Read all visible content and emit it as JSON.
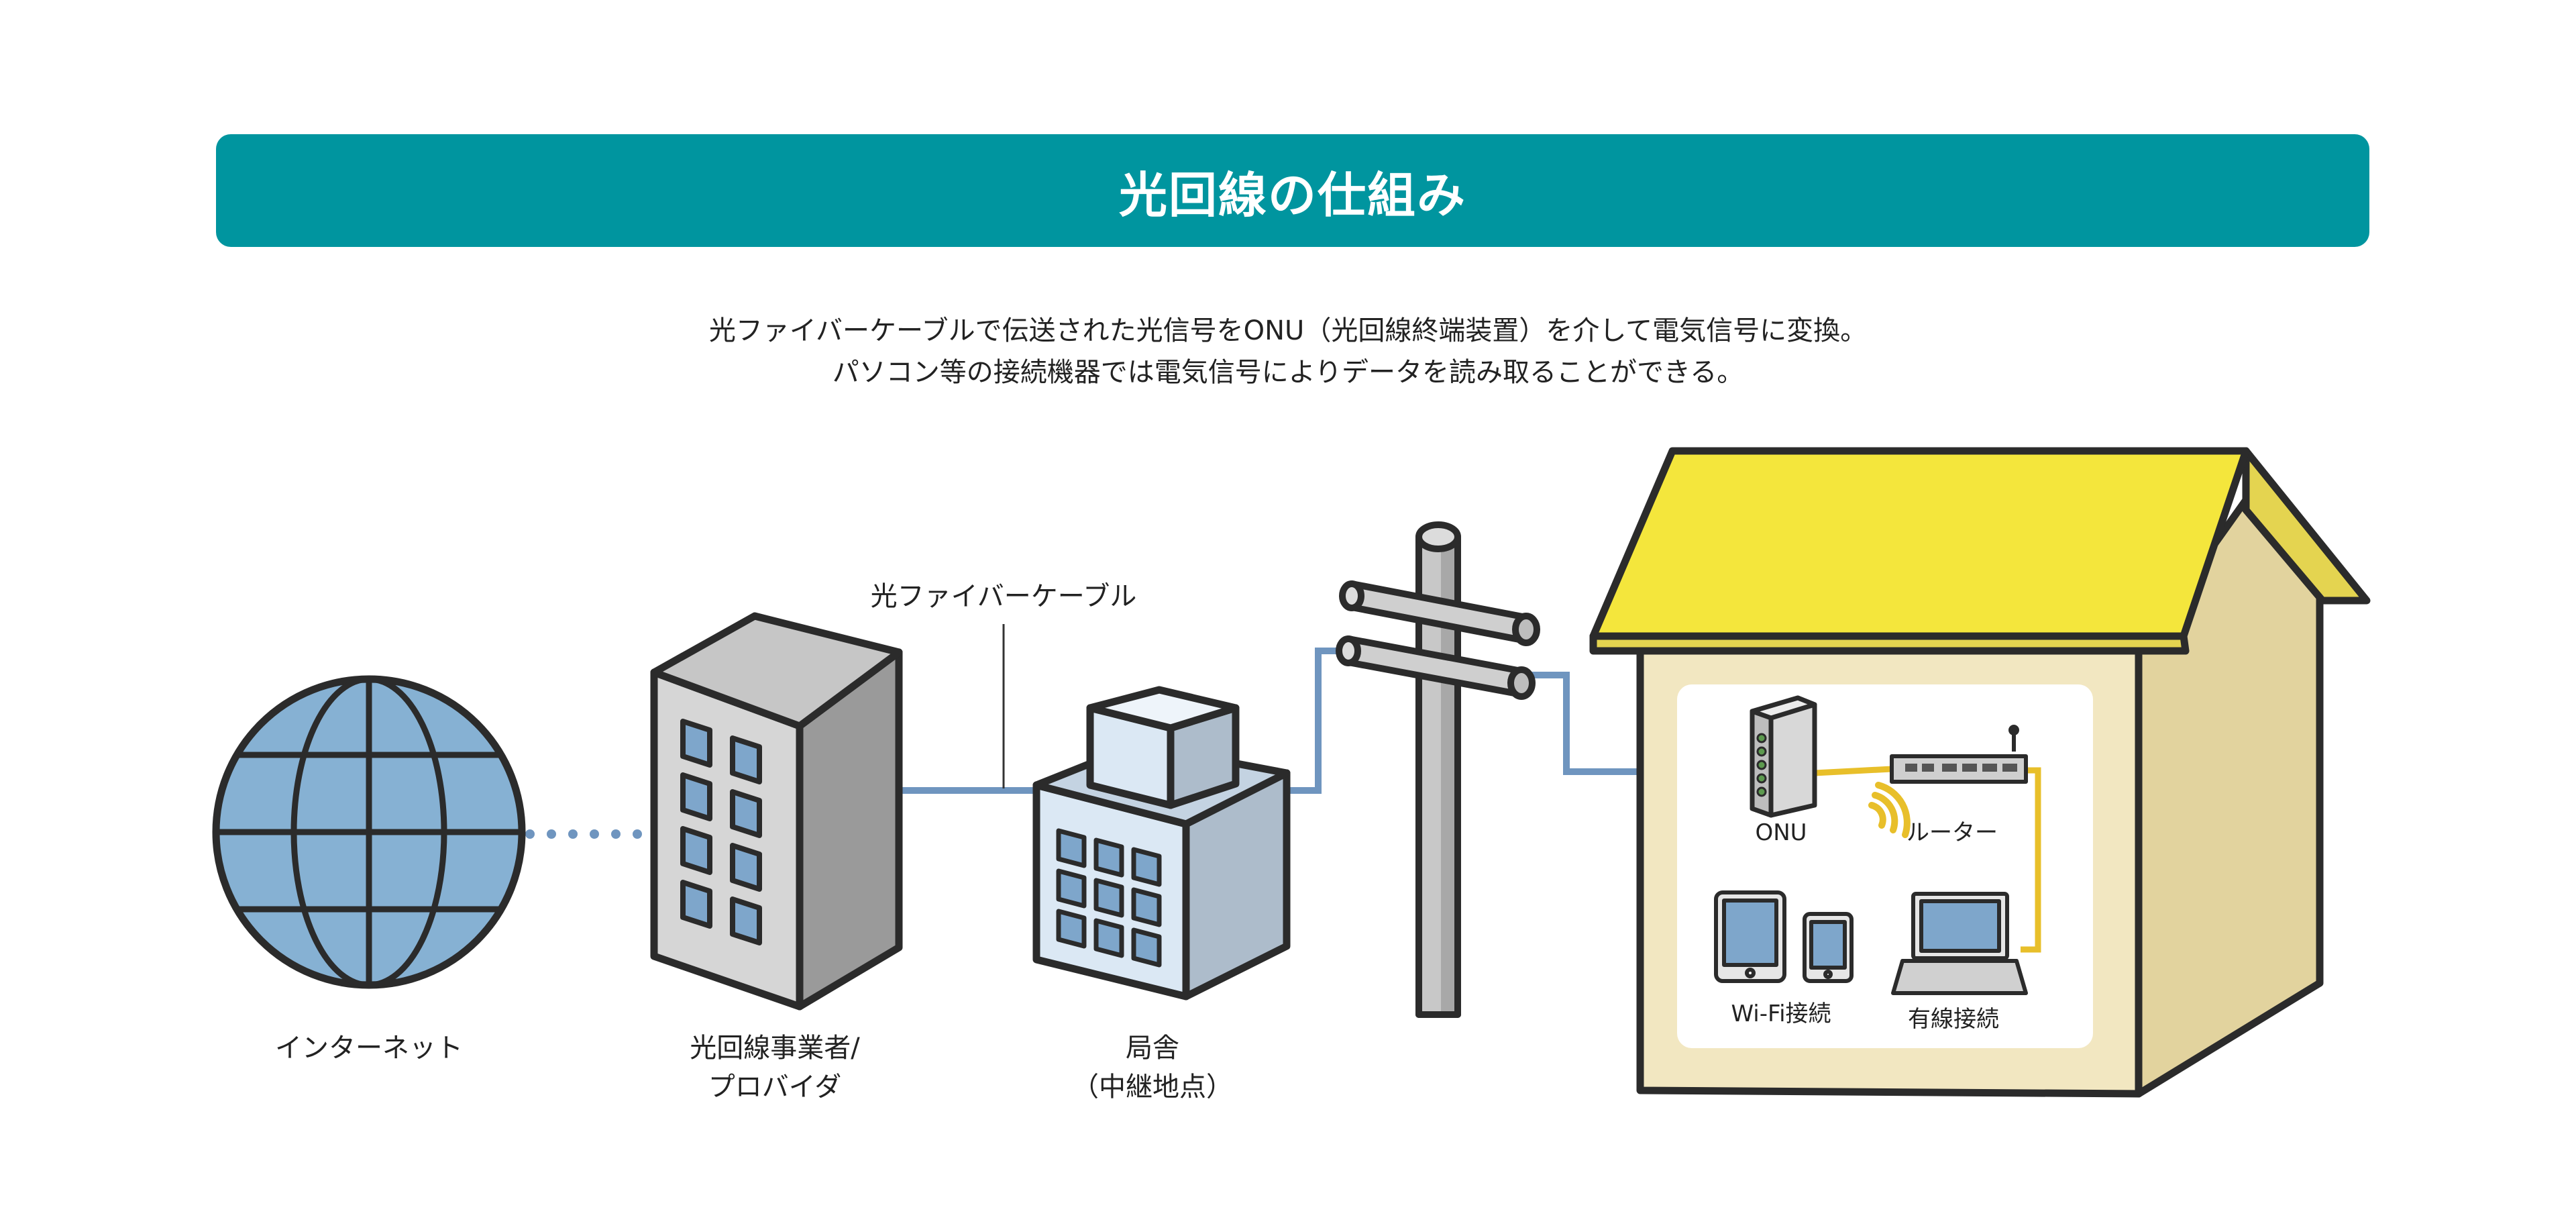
{
  "header": {
    "title": "光回線の仕組み"
  },
  "description": {
    "line1": "光ファイバーケーブルで伝送された光信号をONU（光回線終端装置）を介して電気信号に変換。",
    "line2": "パソコン等の接続機器では電気信号によりデータを読み取ることができる。"
  },
  "labels": {
    "fiber_cable": "光ファイバーケーブル",
    "internet": "インターネット",
    "provider_line1": "光回線事業者/",
    "provider_line2": "プロバイダ",
    "station_line1": "局舎",
    "station_line2": "（中継地点）",
    "onu": "ONU",
    "router": "ルーター",
    "wifi": "Wi-Fi接続",
    "wired": "有線接続"
  },
  "colors": {
    "banner": "#00959f",
    "fiber": "#6f95bf",
    "ethernet": "#e8bf2a",
    "roof": "#f4e63c",
    "house_wall": "#f2e7c1",
    "globe": "#86b1d3"
  }
}
